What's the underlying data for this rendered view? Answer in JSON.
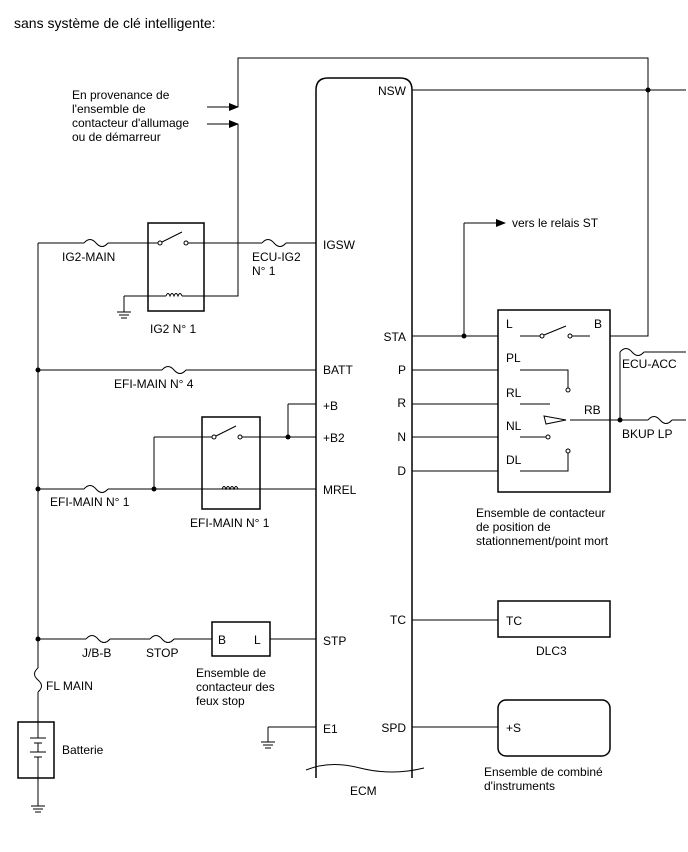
{
  "title": "sans système de clé intelligente:",
  "source_note": [
    "En provenance de",
    "l'ensemble de",
    "contacteur d'allumage",
    "ou de démarreur"
  ],
  "ecm": {
    "name": "ECM",
    "left_pins": [
      "IGSW",
      "BATT",
      "+B",
      "+B2",
      "MREL",
      "STP",
      "E1"
    ],
    "right_pins": [
      "NSW",
      "STA",
      "P",
      "R",
      "N",
      "D",
      "TC",
      "SPD"
    ]
  },
  "fuses": {
    "ig2_main": "IG2-MAIN",
    "ecu_ig2": [
      "ECU-IG2",
      "N° 1"
    ],
    "efi_main_4": "EFI-MAIN N° 4",
    "efi_main_1": "EFI-MAIN N° 1",
    "jb_b": "J/B-B",
    "stop": "STOP",
    "fl_main": "FL MAIN",
    "ecu_acc": "ECU-ACC",
    "bkup_lp": "BKUP LP"
  },
  "relays": {
    "ig2": "IG2 N° 1",
    "efi": "EFI-MAIN N° 1"
  },
  "battery": "Batterie",
  "stop_switch": {
    "pins": [
      "B",
      "L"
    ],
    "label": [
      "Ensemble de",
      "contacteur des",
      "feux stop"
    ]
  },
  "st_relay": "vers le relais ST",
  "park_neutral": {
    "pins": [
      "L",
      "B",
      "PL",
      "RL",
      "RB",
      "NL",
      "DL"
    ],
    "label": [
      "Ensemble de contacteur",
      "de position de",
      "stationnement/point mort"
    ]
  },
  "dlc3": {
    "pin": "TC",
    "name": "DLC3"
  },
  "meter": {
    "pin": "+S",
    "label": [
      "Ensemble de combiné",
      "d'instruments"
    ]
  }
}
